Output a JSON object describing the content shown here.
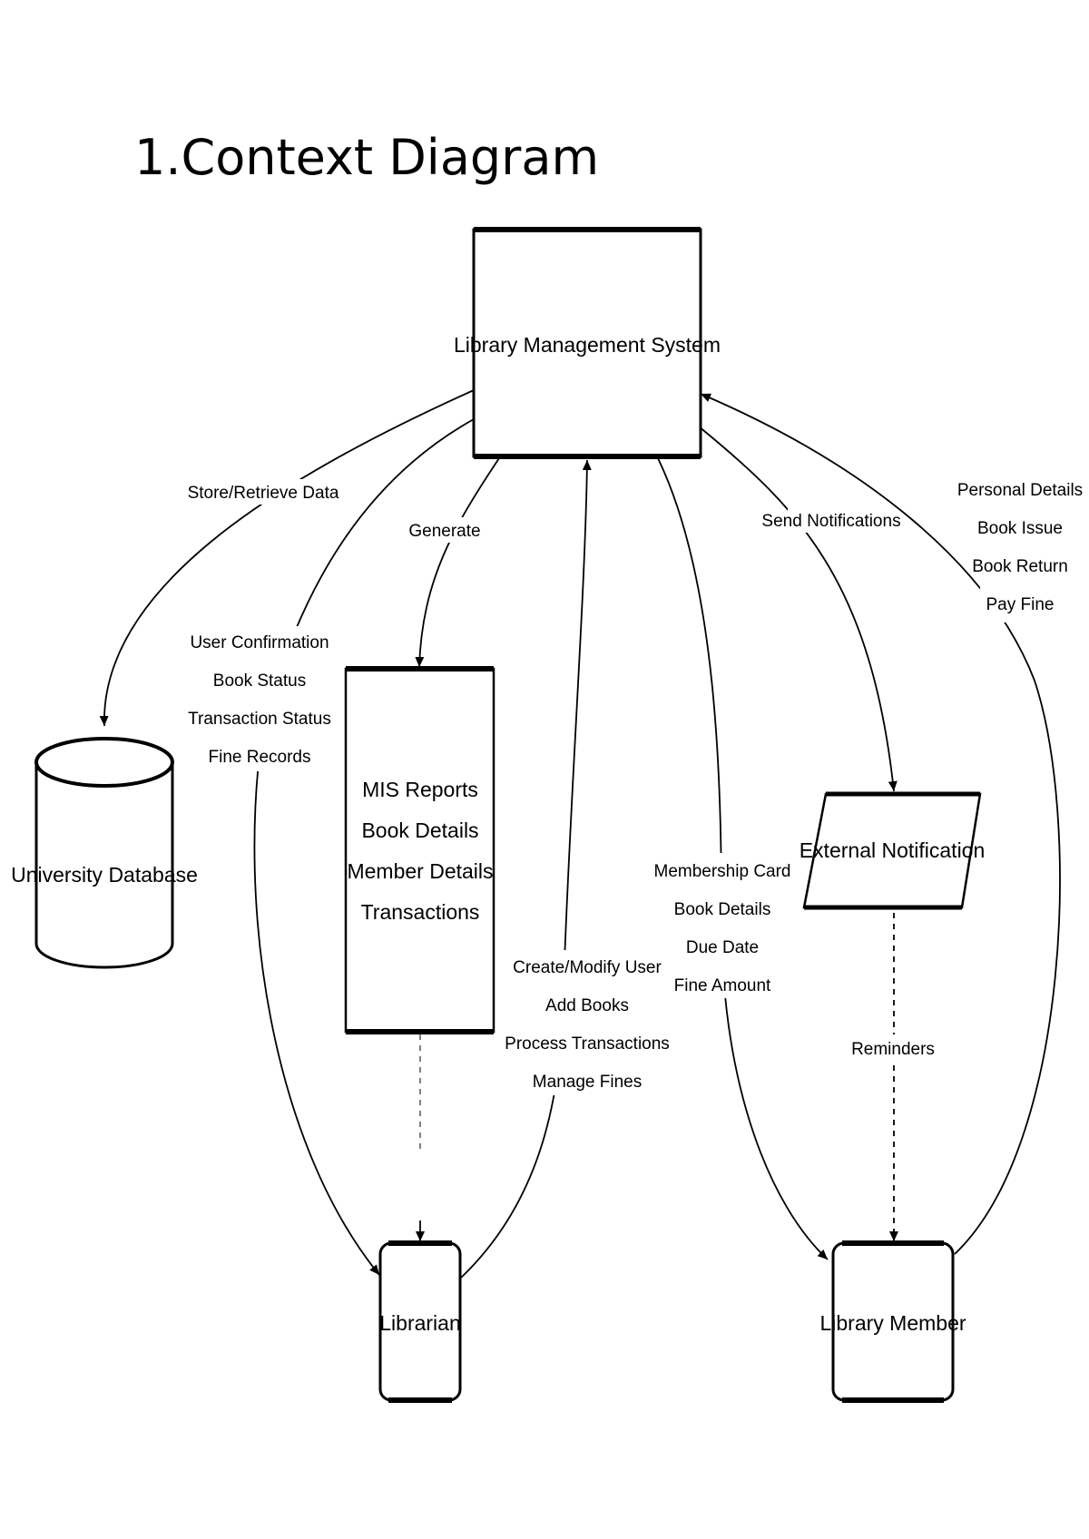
{
  "title": "1.Context Diagram",
  "nodes": {
    "system": "Library Management System",
    "database": "University Database",
    "reports": [
      "MIS Reports",
      "Book Details",
      "Member Details",
      "Transactions"
    ],
    "notification": "External Notification",
    "librarian": "Librarian",
    "member": "Library Member"
  },
  "flows": {
    "store_retrieve": "Store/Retrieve Data",
    "generate": "Generate",
    "send_notifications": "Send Notifications",
    "member_inputs": [
      "Personal Details",
      "Book Issue",
      "Book Return",
      "Pay Fine"
    ],
    "librarian_feedback": [
      "User Confirmation",
      "Book Status",
      "Transaction Status",
      "Fine Records"
    ],
    "librarian_inputs": [
      "Create/Modify User",
      "Add Books",
      "Process Transactions",
      "Manage Fines"
    ],
    "member_outputs": [
      "Membership Card",
      "Book Details",
      "Due Date",
      "Fine Amount"
    ],
    "reminders": "Reminders"
  }
}
